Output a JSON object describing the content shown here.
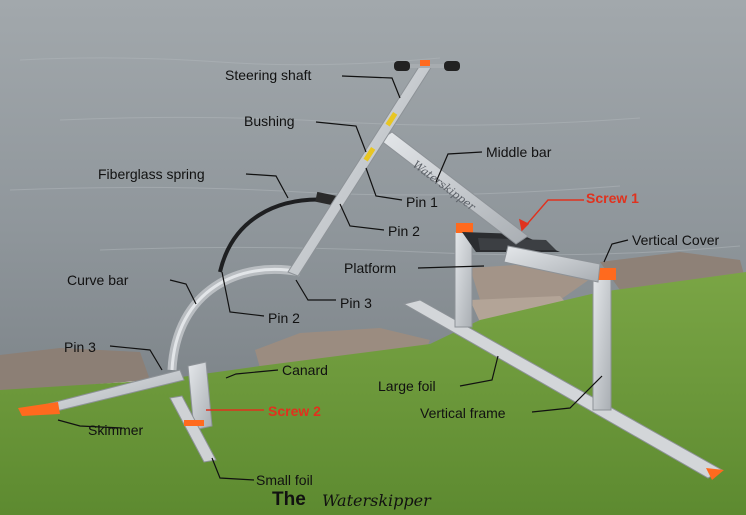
{
  "diagram": {
    "title_prefix": "The",
    "title_brand": "Waterskipper",
    "frame_brand": "Waterskipper",
    "labels": {
      "steering_shaft": "Steering shaft",
      "bushing": "Bushing",
      "middle_bar": "Middle bar",
      "fiberglass_spring": "Fiberglass spring",
      "pin1": "Pin 1",
      "screw1": "Screw 1",
      "pin2_upper": "Pin 2",
      "vertical_cover": "Vertical Cover",
      "platform": "Platform",
      "curve_bar": "Curve bar",
      "pin3_upper": "Pin 3",
      "pin2_lower": "Pin 2",
      "pin3_lower": "Pin 3",
      "canard": "Canard",
      "large_foil": "Large foil",
      "vertical_frame": "Vertical frame",
      "screw2": "Screw 2",
      "skimmer": "Skimmer",
      "small_foil": "Small foil"
    },
    "colors": {
      "label_text": "#111111",
      "highlight_label": "#e0321e",
      "leader_line": "#111111",
      "highlight_leader": "#e0321e",
      "aluminum": "#c7cbcf",
      "accent_orange": "#ff6a1e",
      "water": "#8f969b",
      "grass": "#6f9a3c"
    }
  }
}
